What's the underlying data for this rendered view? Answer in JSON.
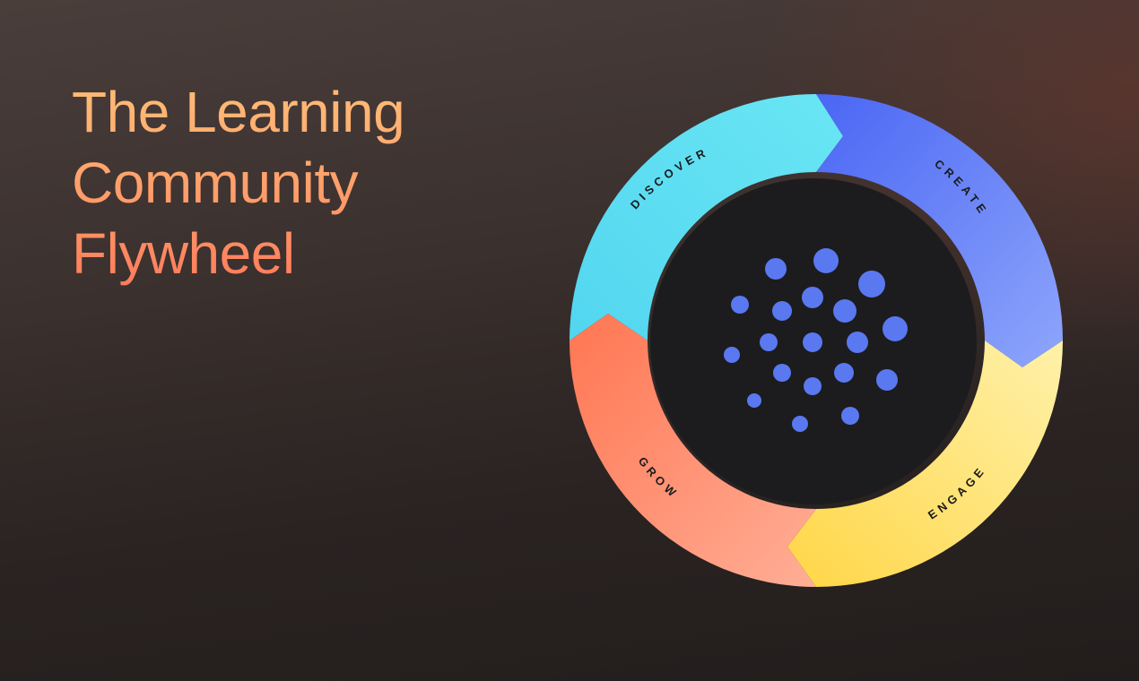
{
  "title": {
    "lines": [
      "The Learning",
      "Community",
      "Flywheel"
    ]
  },
  "flywheel": {
    "segments": [
      {
        "key": "discover",
        "label": "DISCOVER",
        "color_start": "#5ce0f0",
        "color_end": "#52c8f0"
      },
      {
        "key": "create",
        "label": "CREATE",
        "color_start": "#4f6cf4",
        "color_end": "#8aa2fa"
      },
      {
        "key": "engage",
        "label": "ENGAGE",
        "color_start": "#fff0a6",
        "color_end": "#ffd84f"
      },
      {
        "key": "grow",
        "label": "GROW",
        "color_start": "#ff7a58",
        "color_end": "#ffaa90"
      }
    ],
    "hub_color": "#1c1c1e",
    "dot_color": "#5a78f0"
  },
  "colors": {
    "title_top": "#ffbf78",
    "title_bottom": "#ff7a5c"
  }
}
